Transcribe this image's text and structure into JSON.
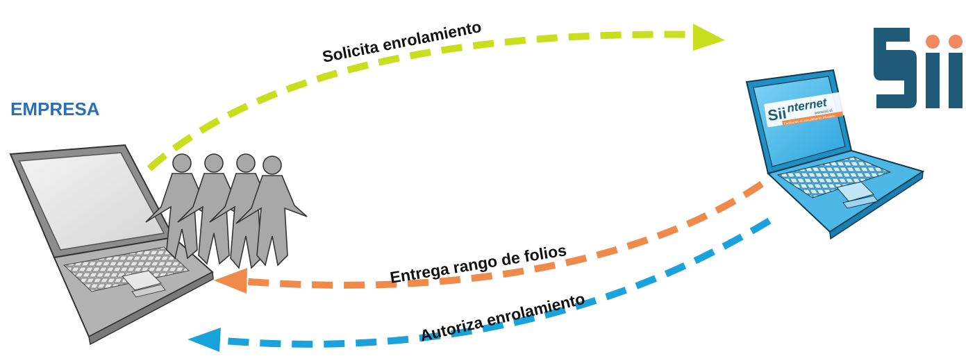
{
  "left_entity": {
    "label": "EMPRESA"
  },
  "right_entity": {
    "logo_text": "Sii",
    "screen_brand": "Sii",
    "screen_title": "nternet",
    "screen_url": "www.sii.cl",
    "screen_tagline": "Facilitando el cumplimiento tributario"
  },
  "flows": [
    {
      "label": "Solicita enrolamiento",
      "color": "#c8df1e"
    },
    {
      "label": "Entrega rango de folios",
      "color": "#ef8a4b"
    },
    {
      "label": "Autoriza enrolamiento",
      "color": "#1aa2dd"
    }
  ],
  "colors": {
    "empresa_text": "#2a70b4",
    "sii_logo": "#1f5a78",
    "sii_dot": "#ef8a60",
    "laptop_left": "#9a9a9a",
    "laptop_right": "#25a4dc",
    "people": "#a8a8a8"
  }
}
